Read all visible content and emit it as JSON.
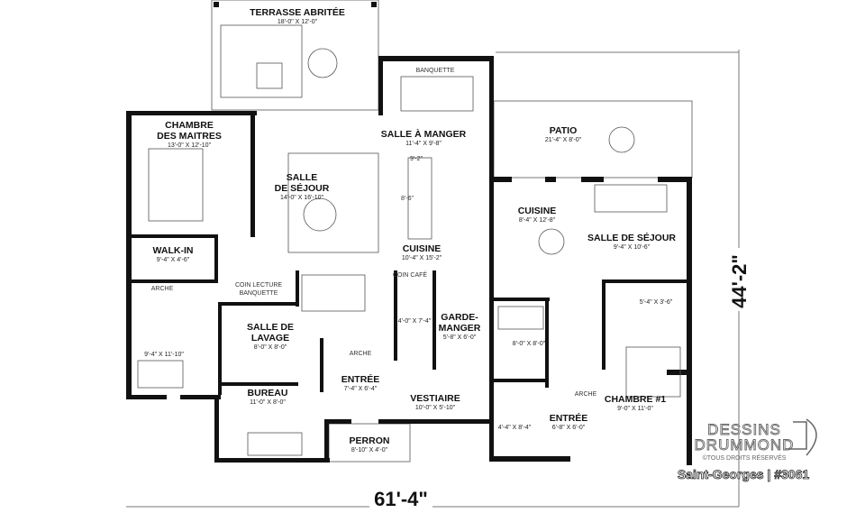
{
  "plan": {
    "rooms": [
      {
        "name": "TERRASSE ABRITÉE",
        "dims": "18'-0\" X 12'-0\""
      },
      {
        "name": "CHAMBRE",
        "name2": "DES MAITRES",
        "dims": "13'-0\" X 12'-10\""
      },
      {
        "name": "SALLE À MANGER",
        "dims": "11'-4\" X 9'-8\""
      },
      {
        "name": "SALLE",
        "name2": "DE SÉJOUR",
        "dims": "14'-0\" X 16'-10\""
      },
      {
        "name": "CUISINE",
        "dims": "10'-4\" X 15'-2\""
      },
      {
        "name": "WALK-IN",
        "dims": "9'-4\" X 4'-6\""
      },
      {
        "name": "SALLE DE",
        "name2": "LAVAGE",
        "dims": "8'-0\" X 8'-0\""
      },
      {
        "name": "GARDE-",
        "name2": "MANGER",
        "dims": "5'-8\" X 6'-0\""
      },
      {
        "name": "ENTRÉE",
        "dims": "7'-4\" X 6'-4\""
      },
      {
        "name": "BUREAU",
        "dims": "11'-0\" X 8'-0\""
      },
      {
        "name": "VESTIAIRE",
        "dims": "10'-0\" X 5'-10\""
      },
      {
        "name": "PERRON",
        "dims": "8'-10\" X 4'-0\""
      },
      {
        "name": "PATIO",
        "dims": "21'-4\" X 8'-0\""
      },
      {
        "name": "CUISINE",
        "dims": "8'-4\" X 12'-8\""
      },
      {
        "name": "SALLE DE SÉJOUR",
        "dims": "9'-4\" X 10'-6\""
      },
      {
        "name": "CHAMBRE #1",
        "dims": "9'-0\" X 11'-0\""
      },
      {
        "name": "ENTRÉE",
        "dims": "6'-8\" X 6'-0\""
      }
    ],
    "small_labels": [
      "BANQUETTE",
      "ARCHE",
      "COIN LECTURE",
      "BANQUETTE",
      "COIN CAFÉ",
      "ARCHE",
      "ARCHE",
      "9'-2\"",
      "8'-6\""
    ],
    "unlabeled_dims": [
      "9'-4\" X 11'-10\"",
      "4'-0\" X 7'-4\"",
      "5'-4\" X 3'-6\"",
      "8'-0\" X 8'-0\"",
      "4'-4\" X 8'-4\""
    ],
    "overall_width": "61'-4\"",
    "overall_depth": "44'-2\""
  },
  "branding": {
    "logo_line1": "DESSINS",
    "logo_line2": "DRUMMOND",
    "copyright": "©TOUS DROITS RÉSERVÉS",
    "model": "Saint-Georges | #3061"
  }
}
